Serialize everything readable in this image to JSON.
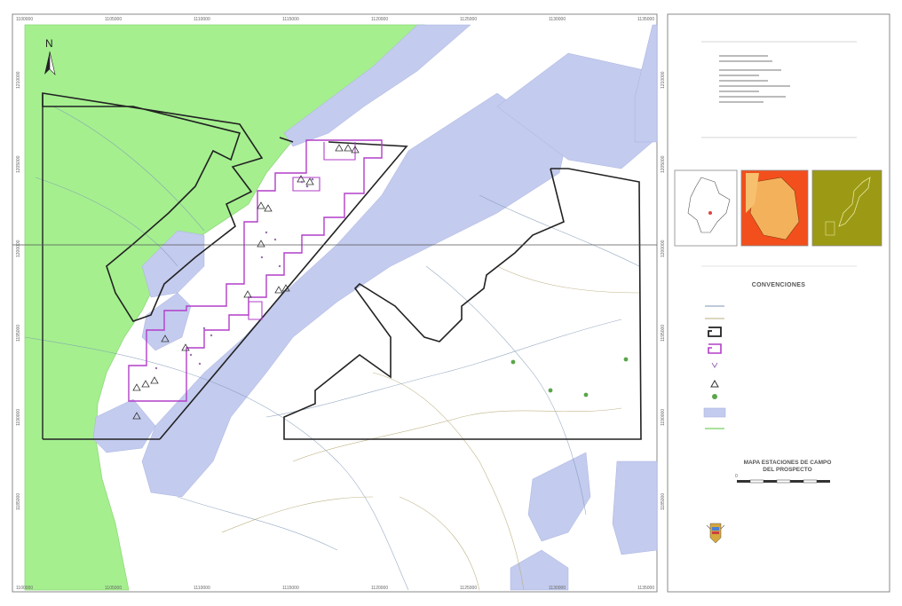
{
  "figure": {
    "caption": ""
  },
  "map": {
    "north_label": "N",
    "colors": {
      "vegetation": "#a5ef8f",
      "mining_title": "#c3cbee",
      "area_outline": "#222222",
      "exploration_area": "#b23ec8",
      "background": "#ffffff"
    },
    "coordinates": {
      "x_ticks": [
        "1100000",
        "1105000",
        "1110000",
        "1115000",
        "1120000",
        "1125000",
        "1130000",
        "1135000"
      ],
      "y_ticks": [
        "1210000",
        "1205000",
        "1200000",
        "1195000",
        "1190000",
        "1185000"
      ]
    }
  },
  "legend": {
    "title": "CONVENCIONES",
    "items": [
      {
        "label": "",
        "symbol": "drainage-line"
      },
      {
        "label": "",
        "symbol": "road-line"
      },
      {
        "label": "",
        "symbol": "study-area-outline"
      },
      {
        "label": "",
        "symbol": "exploration-area-outline"
      },
      {
        "label": "",
        "symbol": "sample-point"
      },
      {
        "label": "",
        "symbol": "field-station"
      },
      {
        "label": "",
        "symbol": "mine-point"
      },
      {
        "label": "",
        "symbol": "mining-title-fill"
      },
      {
        "label": "",
        "symbol": "vegetation-boundary"
      }
    ]
  },
  "titles": {
    "map_title": "MAPA ESTACIONES DE CAMPO\nDEL PROSPECTO",
    "scale_units": "",
    "scale_ratio": "",
    "scale_ticks": [
      "0",
      "",
      "",
      "",
      "",
      ""
    ]
  },
  "agency": {
    "name": "",
    "sub": "",
    "group": "",
    "credits": ""
  }
}
